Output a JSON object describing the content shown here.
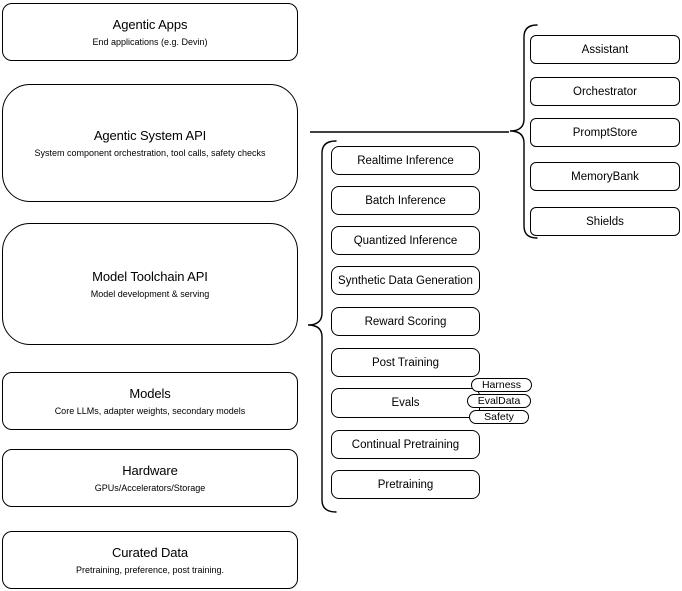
{
  "diagram": {
    "stack": [
      {
        "title": "Agentic Apps",
        "subtitle": "End applications (e.g. Devin)"
      },
      {
        "title": "Agentic System API",
        "subtitle": "System component orchestration, tool calls, safety checks"
      },
      {
        "title": "Model Toolchain API",
        "subtitle": "Model development & serving"
      },
      {
        "title": "Models",
        "subtitle": "Core LLMs, adapter weights, secondary models"
      },
      {
        "title": "Hardware",
        "subtitle": "GPUs/Accelerators/Storage"
      },
      {
        "title": "Curated Data",
        "subtitle": "Pretraining, preference, post training."
      }
    ],
    "toolchain_services": [
      {
        "label": "Realtime Inference"
      },
      {
        "label": "Batch Inference"
      },
      {
        "label": "Quantized Inference"
      },
      {
        "label": "Synthetic Data Generation"
      },
      {
        "label": "Reward Scoring"
      },
      {
        "label": "Post Training"
      },
      {
        "label": "Evals"
      },
      {
        "label": "Continual Pretraining"
      },
      {
        "label": "Pretraining"
      }
    ],
    "evals_tags": [
      {
        "label": "Harness"
      },
      {
        "label": "EvalData"
      },
      {
        "label": "Safety"
      }
    ],
    "system_components": [
      {
        "label": "Assistant"
      },
      {
        "label": "Orchestrator"
      },
      {
        "label": "PromptStore"
      },
      {
        "label": "MemoryBank"
      },
      {
        "label": "Shields"
      }
    ],
    "colors": {
      "stroke": "#000000",
      "fill": "#ffffff",
      "text": "#000000"
    }
  }
}
